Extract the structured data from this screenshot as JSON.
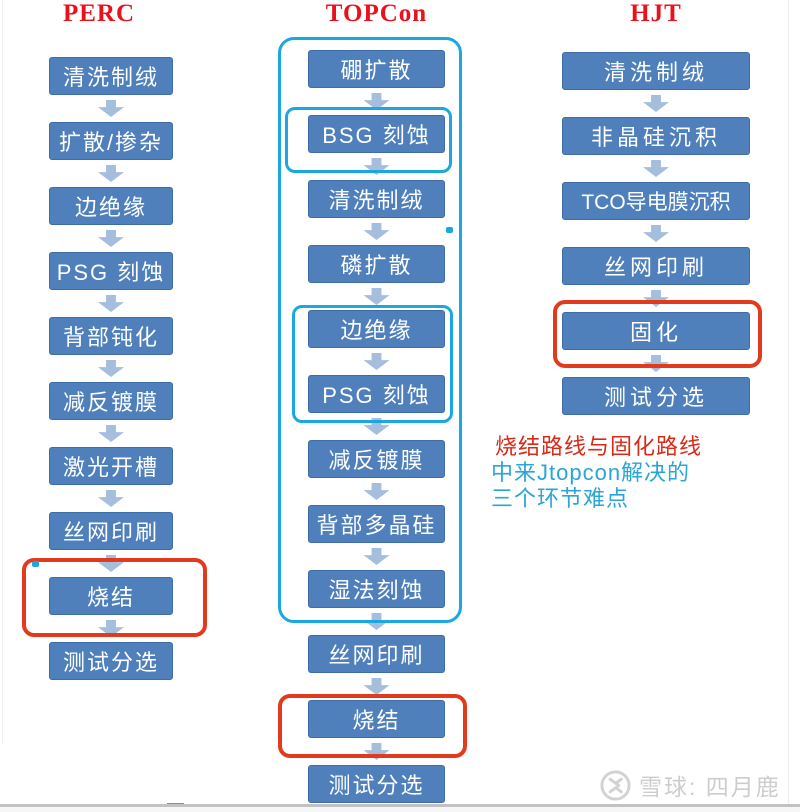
{
  "columns": [
    {
      "id": "perc",
      "title": "PERC",
      "steps": [
        "清洗制绒",
        "扩散/掺杂",
        "边绝缘",
        "PSG 刻蚀",
        "背部钝化",
        "减反镀膜",
        "激光开槽",
        "丝网印刷",
        "烧结",
        "测试分选"
      ],
      "red_highlighted_step": "烧结"
    },
    {
      "id": "topcon",
      "title": "TOPCon",
      "steps": [
        "硼扩散",
        "BSG 刻蚀",
        "清洗制绒",
        "磷扩散",
        "边绝缘",
        "PSG 刻蚀",
        "减反镀膜",
        "背部多晶硅",
        "湿法刻蚀",
        "丝网印刷",
        "烧结",
        "测试分选"
      ],
      "red_highlighted_step": "烧结",
      "cyan_highlighted_steps": [
        "BSG 刻蚀",
        "边绝缘",
        "PSG 刻蚀"
      ]
    },
    {
      "id": "hjt",
      "title": "HJT",
      "steps": [
        "清洗制绒",
        "非晶硅沉积",
        "TCO导电膜沉积",
        "丝网印刷",
        "固化",
        "测试分选"
      ],
      "red_highlighted_step": "固化"
    }
  ],
  "annotation": {
    "line1": "烧结路线与固化路线",
    "line2": "中来Jtopcon解决的",
    "line3": "三个环节难点"
  },
  "watermark": {
    "text": "雪球: 四月鹿"
  },
  "colors": {
    "title_red": "#e8121c",
    "box_fill": "#4f80bc",
    "box_border": "#3d6ca6",
    "arrow_fill": "#a6bedd",
    "highlight_red": "#e23a1d",
    "highlight_cyan": "#1ba7e0",
    "annotation_red": "#d92a18",
    "annotation_blue": "#29a5d6",
    "watermark_gray": "#cdcdcd"
  }
}
